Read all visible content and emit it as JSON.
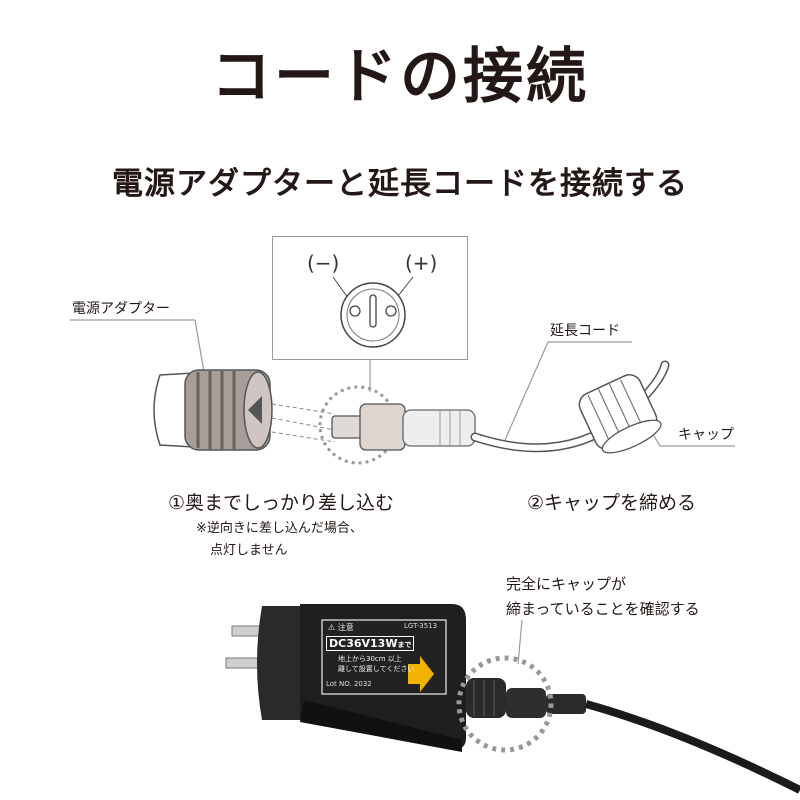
{
  "header": {
    "title": "コードの接続",
    "subtitle": "電源アダプターと延長コードを接続する"
  },
  "diagram": {
    "polarity_minus": "(−)",
    "polarity_plus": "(+)",
    "label_adapter": "電源アダプター",
    "label_extension_cord": "延長コード",
    "label_cap": "キャップ",
    "step1": "①奥までしっかり差し込む",
    "step2": "②キャップを締める",
    "note_line1": "※逆向きに差し込んだ場合、",
    "note_line2": "点灯しません"
  },
  "adapter_photo": {
    "check_note_line1": "完全にキャップが",
    "check_note_line2": "締まっていることを確認する",
    "warning_label": "注意",
    "model_code": "LGT-3513",
    "rating": "DC36V13W",
    "rating_suffix": "まで",
    "install_line1": "地上から30cm 以上",
    "install_line2": "離して設置してください",
    "lot": "Lot NO. 2032"
  },
  "colors": {
    "text": "#231815",
    "leader_line": "#9a9a9a",
    "arrow": "#f0b400",
    "adapter_body": "#1e1e1e"
  }
}
